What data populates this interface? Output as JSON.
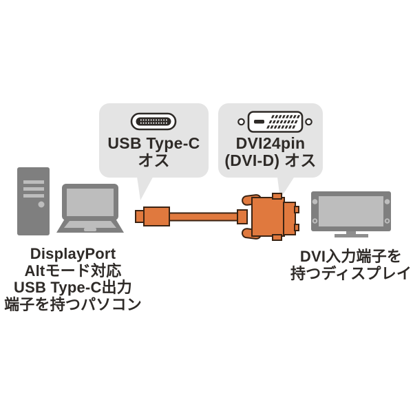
{
  "colors": {
    "background": "#ffffff",
    "bubble_gray": "#e4e4e4",
    "device_gray": "#7f7f7f",
    "device_light_gray": "#bdbdbd",
    "stand_gray": "#8e8e8e",
    "cable_orange": "#e0793e",
    "cable_outline": "#3a2313",
    "text_dark": "#2e2a27"
  },
  "callouts": {
    "usb_c": {
      "icon": "usb-type-c-connector-icon",
      "label_line1": "USB Type-C",
      "label_line2": "オス"
    },
    "dvi": {
      "icon": "dvi-24pin-connector-icon",
      "label_line1": "DVI24pin",
      "label_line2": "(DVI-D) オス"
    }
  },
  "captions": {
    "pc": {
      "line1": "DisplayPort",
      "line2": "Altモード対応",
      "line3": "USB Type-C出力",
      "line4": "端子を持つパソコン"
    },
    "display": {
      "line1": "DVI入力端子を",
      "line2": "持つディスプレイ"
    }
  },
  "illustration": {
    "devices": [
      "tower-pc-icon",
      "laptop-icon",
      "monitor-icon"
    ],
    "cable": "usb-c-to-dvi-cable-icon"
  }
}
